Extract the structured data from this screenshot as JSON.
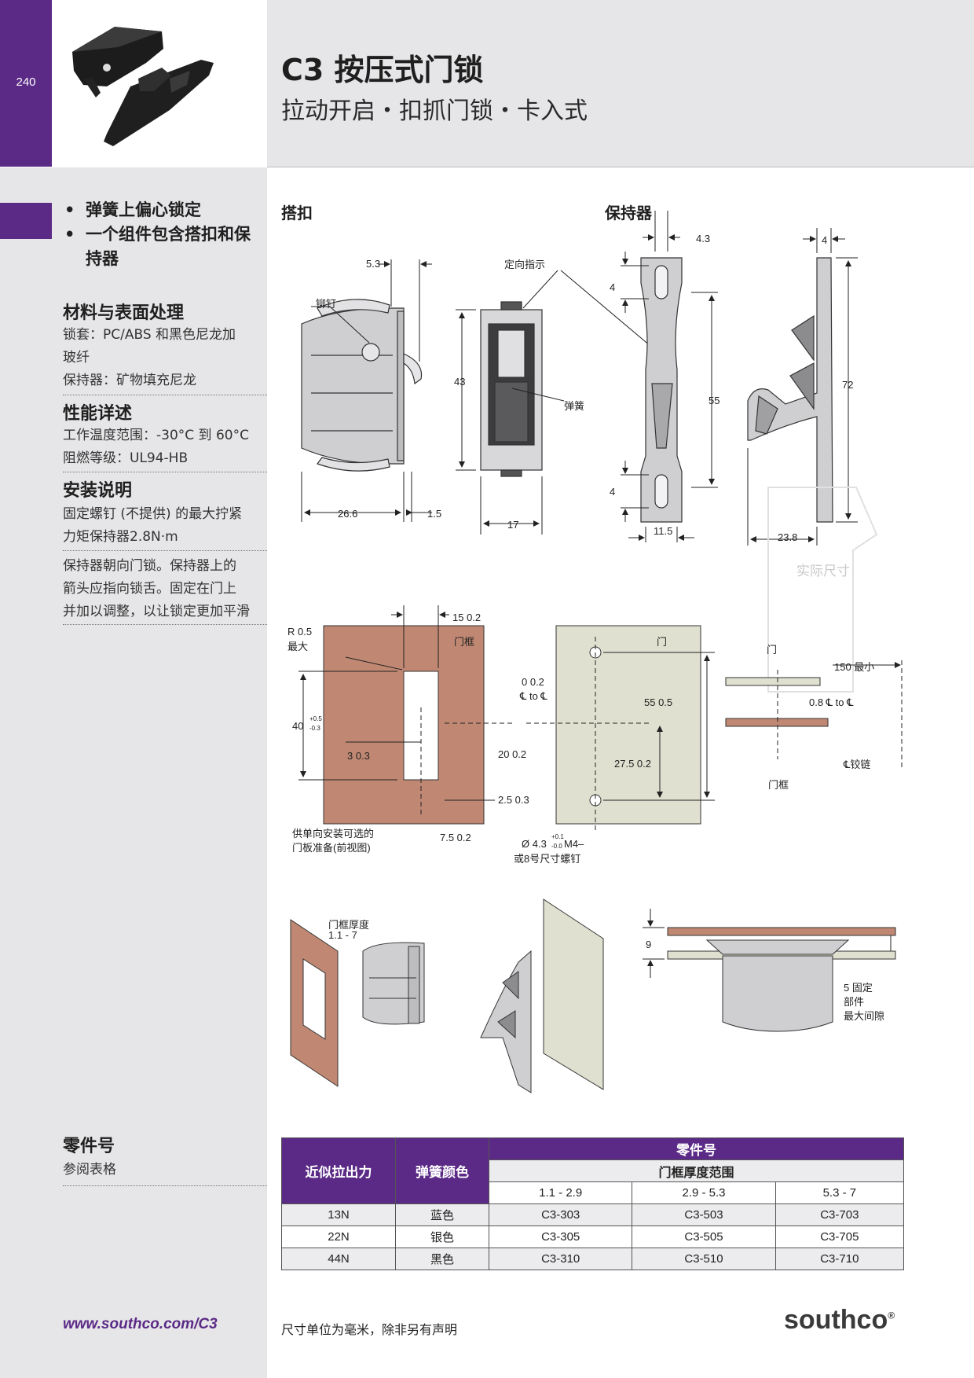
{
  "header": {
    "page_number": "240",
    "title": "C3 按压式门锁",
    "subtitle": "拉动开启・扣抓门锁・卡入式"
  },
  "sidebar": {
    "bullets": [
      "弹簧上偏心锁定",
      "一个组件包含搭扣和保持器"
    ],
    "materials": {
      "heading": "材料与表面处理",
      "lines": [
        "锁套：PC/ABS 和黑色尼龙加",
        "玻纤",
        "保持器：矿物填充尼龙"
      ]
    },
    "performance": {
      "heading": "性能详述",
      "lines": [
        "工作温度范围：-30°C 到 60°C",
        "阻燃等级：UL94-HB"
      ]
    },
    "installation": {
      "heading": "安装说明",
      "lines": [
        "固定螺钉 (不提供) 的最大拧紧",
        "力矩保持器2.8N·m"
      ],
      "lines2": [
        "保持器朝向门锁。保持器上的",
        "箭头应指向锁舌。固定在门上",
        "并加以调整，以让锁定更加平滑"
      ]
    },
    "parts": {
      "heading": "零件号",
      "text": "参阅表格"
    },
    "url": "www.southco.com/C3"
  },
  "drawings": {
    "latch_label": "搭扣",
    "keeper_label": "保持器",
    "rivet": "铆钉",
    "orientation": "定向指示",
    "spring": "弹簧",
    "actual_size": "实际尺寸",
    "dims_latch": {
      "d53": "5.3",
      "d43": "43",
      "d266": "26.6",
      "d15": "1.5",
      "d17": "17"
    },
    "dims_keeper": {
      "d43": "4.3",
      "d4a": "4",
      "d55": "55",
      "d4b": "4",
      "d115": "11.5",
      "d4c": "4",
      "d72": "72",
      "d238": "23.8"
    },
    "cutout": {
      "r": "R 0.5",
      "max": "最大",
      "d15": "15  0.2",
      "frame": "门框",
      "d40": "40",
      "tol_up": "+0.5",
      "tol_dn": "-0.3",
      "d3": "3  0.3",
      "d20": "20  0.2",
      "d25": "2.5  0.3",
      "d75": "7.5  0.2",
      "note1": "供单向安装可选的",
      "note2": "门板准备(前视图)"
    },
    "door": {
      "door": "门",
      "d0": "0  0.2",
      "cl_to": "℄ to ℄",
      "d55": "55  0.5",
      "d275": "27.5  0.2",
      "hole": "Ø 4.3",
      "h_up": "+0.1",
      "h_dn": "-0.0",
      "screw1": "M4–",
      "screw2": "或8号尺寸螺钉"
    },
    "side": {
      "door": "门",
      "min150": "150 最小",
      "d08": "0.8 ℄ to ℄",
      "hinge": "℄铰链",
      "frame": "门框"
    },
    "iso": {
      "thick_label": "门框厚度",
      "thick_range": "1.1 - 7",
      "d9": "9",
      "gap1": "5 固定",
      "gap2": "部件",
      "gap3": "最大间隙"
    }
  },
  "table": {
    "col1": "近似拉出力",
    "col2": "弹簧颜色",
    "parts_header": "零件号",
    "range_header": "门框厚度范围",
    "ranges": [
      "1.1 - 2.9",
      "2.9 - 5.3",
      "5.3 - 7"
    ],
    "rows": [
      {
        "force": "13N",
        "color": "蓝色",
        "p1": "C3-303",
        "p2": "C3-503",
        "p3": "C3-703"
      },
      {
        "force": "22N",
        "color": "银色",
        "p1": "C3-305",
        "p2": "C3-505",
        "p3": "C3-705"
      },
      {
        "force": "44N",
        "color": "黑色",
        "p1": "C3-310",
        "p2": "C3-510",
        "p3": "C3-710"
      }
    ]
  },
  "footer": {
    "note": "尺寸单位为毫米，除非另有声明",
    "logo": "southco",
    "logo_mark": "®"
  }
}
